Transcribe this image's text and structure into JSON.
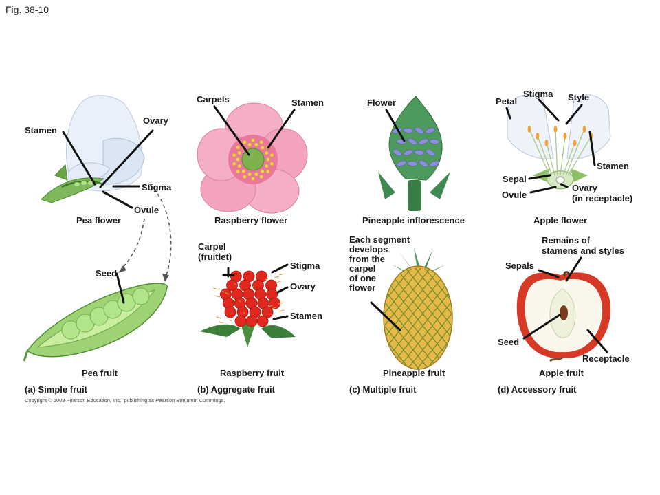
{
  "figure_number": "Fig. 38-10",
  "copyright": "Copyright © 2008 Pearson Education, Inc., publishing as Pearson Benjamin Cummings.",
  "colors": {
    "leader_line": "#111111",
    "pea_petal": "#e6eef8",
    "pea_green": "#8fcf6a",
    "rasp_petal": "#f2a5bf",
    "rasp_fruit": "#d9261c",
    "pineapple_green": "#3f8a52",
    "pineapple_flower": "#8a8fd6",
    "pineapple_fruit": "#e6b84a",
    "apple_skin": "#d63a26"
  },
  "panels": {
    "a": {
      "flower_caption": "Pea flower",
      "fruit_caption": "Pea fruit",
      "panel_caption": "(a) Simple fruit",
      "labels": {
        "stamen": "Stamen",
        "ovary": "Ovary",
        "stigma": "Stigma",
        "ovule": "Ovule",
        "seed": "Seed"
      }
    },
    "b": {
      "flower_caption": "Raspberry flower",
      "fruit_caption": "Raspberry fruit",
      "panel_caption": "(b) Aggregate fruit",
      "labels": {
        "carpels": "Carpels",
        "stamen_flower": "Stamen",
        "carpel_fruitlet": "Carpel\n(fruitlet)",
        "stigma": "Stigma",
        "ovary": "Ovary",
        "stamen_fruit": "Stamen"
      }
    },
    "c": {
      "flower_caption": "Pineapple inflorescence",
      "fruit_caption": "Pineapple fruit",
      "panel_caption": "(c) Multiple fruit",
      "labels": {
        "flower": "Flower",
        "segment_note": "Each segment\ndevelops\nfrom the\ncarpel\nof one\nflower"
      }
    },
    "d": {
      "flower_caption": "Apple flower",
      "fruit_caption": "Apple fruit",
      "panel_caption": "(d) Accessory fruit",
      "labels": {
        "stigma": "Stigma",
        "style": "Style",
        "petal": "Petal",
        "stamen": "Stamen",
        "sepal": "Sepal",
        "ovule": "Ovule",
        "ovary": "Ovary\n(in receptacle)",
        "remains": "Remains of\nstamens and styles",
        "sepals": "Sepals",
        "seed": "Seed",
        "receptacle": "Receptacle"
      }
    }
  }
}
